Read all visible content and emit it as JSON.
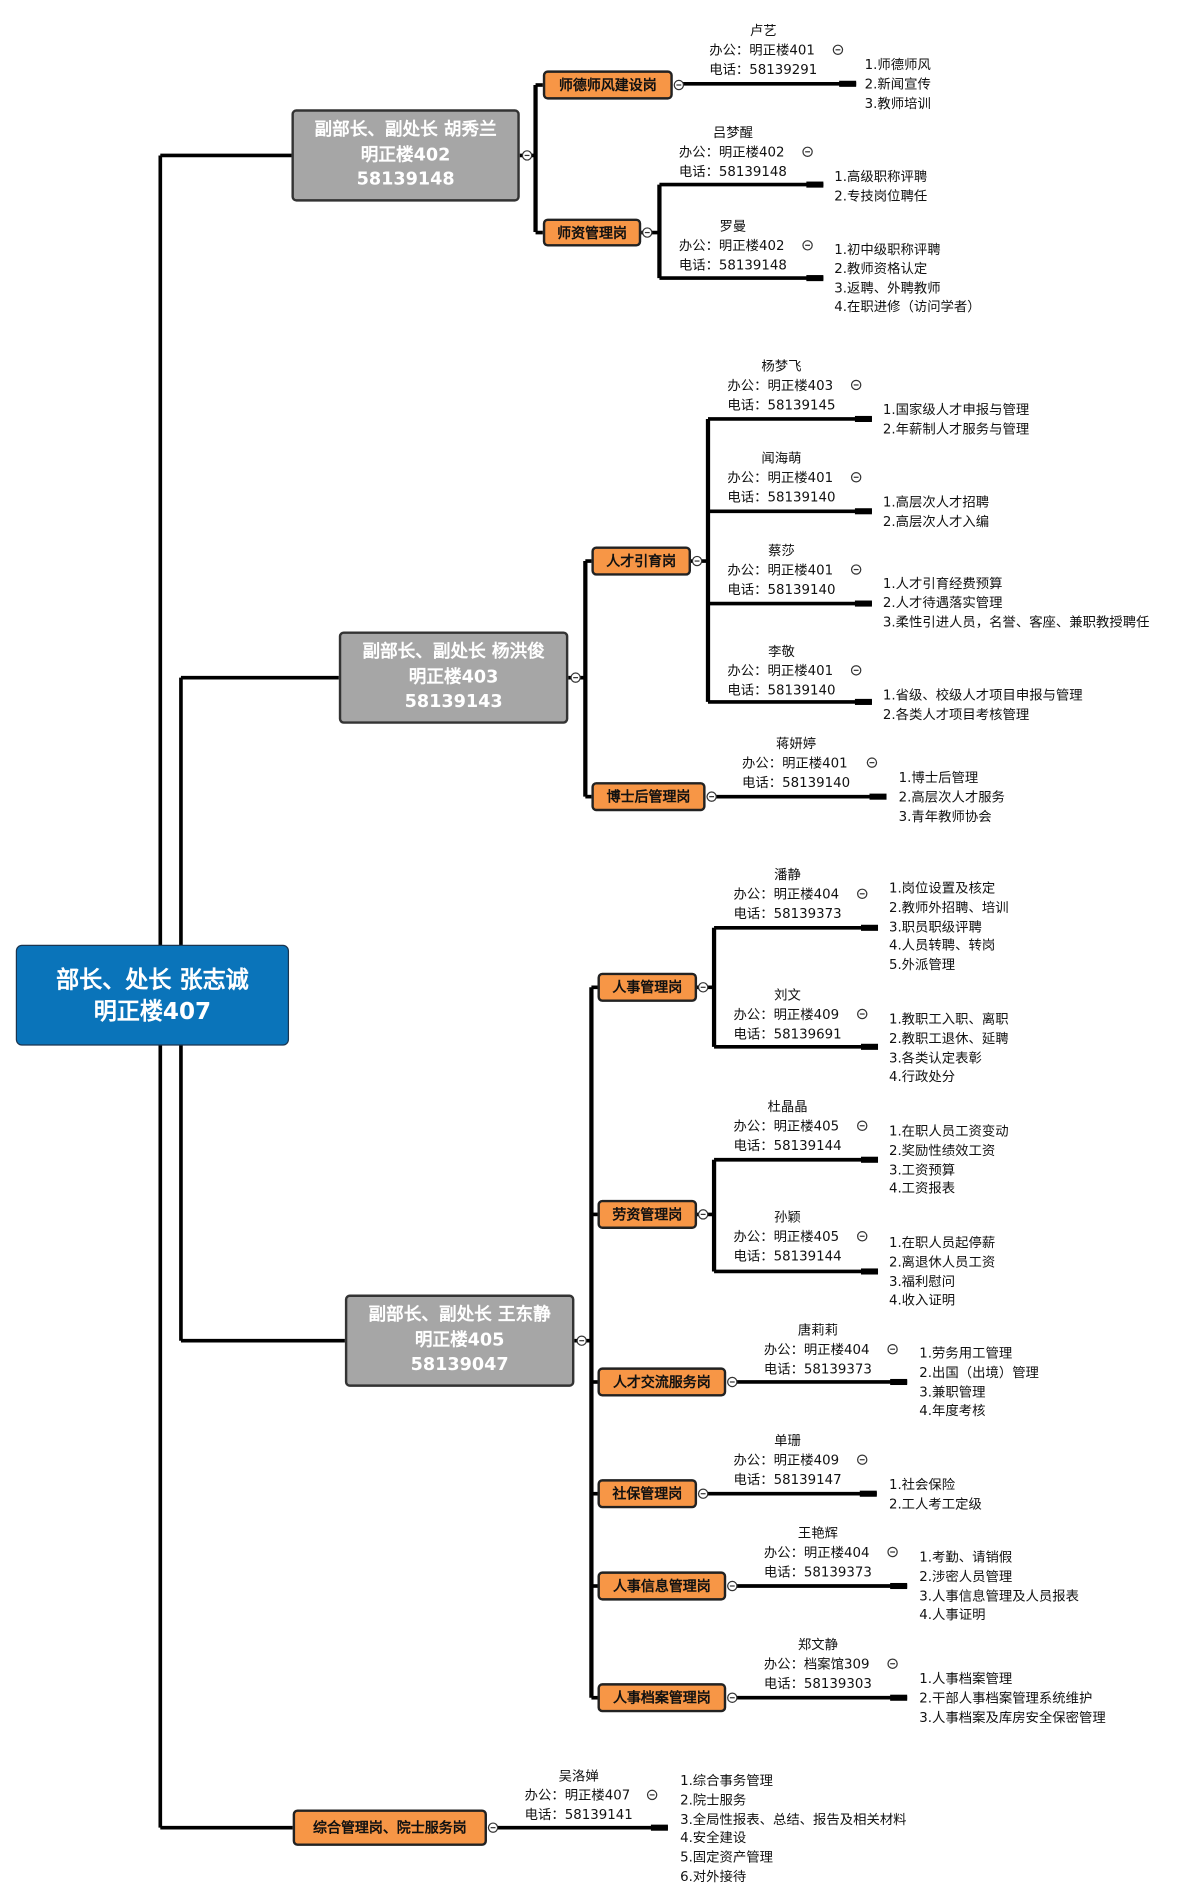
{
  "labels": {
    "office": "办公：",
    "phone": "电话："
  },
  "colors": {
    "root": "#0A74BA",
    "branch": "#A6A6A6",
    "post": "#F79646",
    "line": "#000000"
  },
  "root": {
    "lines": [
      "部长、处长  张志诚",
      "明正楼407"
    ]
  },
  "branches": [
    {
      "lines": [
        "副部长、副处长  胡秀兰",
        "明正楼402",
        "58139148"
      ],
      "posts": [
        {
          "label": "师德师风建设岗",
          "persons": [
            {
              "name": "卢艺",
              "office": "明正楼401",
              "phone": "58139291",
              "duties": [
                "1.师德师风",
                "2.新闻宣传",
                "3.教师培训"
              ]
            }
          ]
        },
        {
          "label": "师资管理岗",
          "persons": [
            {
              "name": "吕梦醒",
              "office": "明正楼402",
              "phone": "58139148",
              "duties": [
                "1.高级职称评聘",
                "2.专技岗位聘任"
              ]
            },
            {
              "name": "罗曼",
              "office": "明正楼402",
              "phone": "58139148",
              "duties": [
                "1.初中级职称评聘",
                "2.教师资格认定",
                "3.返聘、外聘教师",
                "4.在职进修（访问学者）"
              ]
            }
          ]
        }
      ]
    },
    {
      "lines": [
        "副部长、副处长  杨洪俊",
        "明正楼403",
        "58139143"
      ],
      "posts": [
        {
          "label": "人才引育岗",
          "persons": [
            {
              "name": "杨梦飞",
              "office": "明正楼403",
              "phone": "58139145",
              "duties": [
                "1.国家级人才申报与管理",
                "2.年薪制人才服务与管理"
              ]
            },
            {
              "name": "闻海萌",
              "office": "明正楼401",
              "phone": "58139140",
              "duties": [
                "1.高层次人才招聘",
                "2.高层次人才入编"
              ]
            },
            {
              "name": "蔡莎",
              "office": "明正楼401",
              "phone": "58139140",
              "duties": [
                "1.人才引育经费预算",
                "2.人才待遇落实管理",
                "3.柔性引进人员，名誉、客座、兼职教授聘任"
              ]
            },
            {
              "name": "李敬",
              "office": "明正楼401",
              "phone": "58139140",
              "duties": [
                "1.省级、校级人才项目申报与管理",
                "2.各类人才项目考核管理"
              ]
            }
          ]
        },
        {
          "label": "博士后管理岗",
          "persons": [
            {
              "name": "蒋妍婷",
              "office": "明正楼401",
              "phone": "58139140",
              "duties": [
                "1.博士后管理",
                "2.高层次人才服务",
                "3.青年教师协会"
              ]
            }
          ]
        }
      ]
    },
    {
      "lines": [
        "副部长、副处长  王东静",
        "明正楼405",
        "58139047"
      ],
      "posts": [
        {
          "label": "人事管理岗",
          "persons": [
            {
              "name": "潘静",
              "office": "明正楼404",
              "phone": "58139373",
              "duties": [
                "1.岗位设置及核定",
                "2.教师外招聘、培训",
                "3.职员职级评聘",
                "4.人员转聘、转岗",
                "5.外派管理"
              ]
            },
            {
              "name": "刘文",
              "office": "明正楼409",
              "phone": "58139691",
              "duties": [
                "1.教职工入职、离职",
                "2.教职工退休、延聘",
                "3.各类认定表彰",
                "4.行政处分"
              ]
            }
          ]
        },
        {
          "label": "劳资管理岗",
          "persons": [
            {
              "name": "杜晶晶",
              "office": "明正楼405",
              "phone": "58139144",
              "duties": [
                "1.在职人员工资变动",
                "2.奖励性绩效工资",
                "3.工资预算",
                "4.工资报表"
              ]
            },
            {
              "name": "孙颖",
              "office": "明正楼405",
              "phone": "58139144",
              "duties": [
                "1.在职人员起停薪",
                "2.离退休人员工资",
                "3.福利慰问",
                "4.收入证明"
              ]
            }
          ]
        },
        {
          "label": "人才交流服务岗",
          "persons": [
            {
              "name": "唐莉莉",
              "office": "明正楼404",
              "phone": "58139373",
              "duties": [
                "1.劳务用工管理",
                "2.出国（出境）管理",
                "3.兼职管理",
                "4.年度考核"
              ]
            }
          ]
        },
        {
          "label": "社保管理岗",
          "persons": [
            {
              "name": "单珊",
              "office": "明正楼409",
              "phone": "58139147",
              "duties": [
                "1.社会保险",
                "2.工人考工定级"
              ]
            }
          ]
        },
        {
          "label": "人事信息管理岗",
          "persons": [
            {
              "name": "王艳辉",
              "office": "明正楼404",
              "phone": "58139373",
              "duties": [
                "1.考勤、请销假",
                "2.涉密人员管理",
                "3.人事信息管理及人员报表",
                "4.人事证明"
              ]
            }
          ]
        },
        {
          "label": "人事档案管理岗",
          "persons": [
            {
              "name": "郑文静",
              "office": "档案馆309",
              "phone": "58139303",
              "duties": [
                "1.人事档案管理",
                "2.干部人事档案管理系统维护",
                "3.人事档案及库房安全保密管理"
              ]
            }
          ]
        }
      ]
    }
  ],
  "direct_posts": [
    {
      "label": "综合管理岗、院士服务岗",
      "persons": [
        {
          "name": "吴洛婵",
          "office": "明正楼407",
          "phone": "58139141",
          "duties": [
            "1.综合事务管理",
            "2.院士服务",
            "3.全局性报表、总结、报告及相关材料",
            "4.安全建设",
            "5.固定资产管理",
            "6.对外接待"
          ]
        }
      ]
    }
  ]
}
